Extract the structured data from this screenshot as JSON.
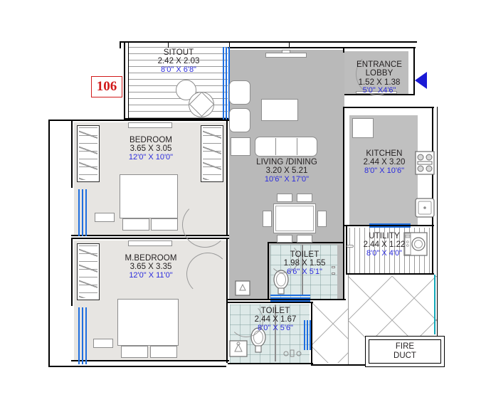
{
  "plan": {
    "unit_tag": "106",
    "entrance_arrow": "entry-direction-arrow",
    "colors": {
      "unit_tag": "#d11a1a",
      "feet_text": "#2b2bdd",
      "arrow": "#1a1ad6",
      "living_floor": "#b9b9b9",
      "bedroom_floor": "#e7e5e2",
      "toilet_tile": "#dde9e8",
      "window_blue": "#1f6fe0",
      "wall": "#000000"
    },
    "rooms": [
      {
        "id": "sitout",
        "name": "SITOUT",
        "metric": "2.42 X 2.03",
        "feet": "8'0\" X 6'8\""
      },
      {
        "id": "bedroom",
        "name": "BEDROOM",
        "metric": "3.65 X 3.05",
        "feet": "12'0\" X 10'0\""
      },
      {
        "id": "mbedroom",
        "name": "M.BEDROOM",
        "metric": "3.65 X 3.35",
        "feet": "12'0\" X 11'0\""
      },
      {
        "id": "living",
        "name": "LIVING /DINING",
        "metric": "3.20 X 5.21",
        "feet": "10'6\" X 17'0\""
      },
      {
        "id": "lobby",
        "name": "ENTRANCE",
        "name2": "LOBBY",
        "metric": "1.52 X 1.38",
        "feet": "5'0\" X4'6\""
      },
      {
        "id": "kitchen",
        "name": "KITCHEN",
        "metric": "2.44 X 3.20",
        "feet": "8'0\" X 10'6\""
      },
      {
        "id": "utility",
        "name": "UTILITY",
        "metric": "2.44 X 1.22",
        "feet": "8'0\" X 4'0\""
      },
      {
        "id": "toilet1",
        "name": "TOILET",
        "metric": "1.98 X 1.55",
        "feet": "6'6\" X 5'1\""
      },
      {
        "id": "toilet2",
        "name": "TOILET",
        "metric": "2.44 X 1.67",
        "feet": "8'0\" X 5'6\""
      }
    ],
    "fire_duct": {
      "line1": "FIRE",
      "line2": "DUCT"
    },
    "icons": {
      "stove": "stove-icon",
      "sink": "sink-icon",
      "washing_machine": "washing-machine-icon",
      "wc": "toilet-wc-icon",
      "wash_basin": "wash-basin-icon"
    }
  }
}
